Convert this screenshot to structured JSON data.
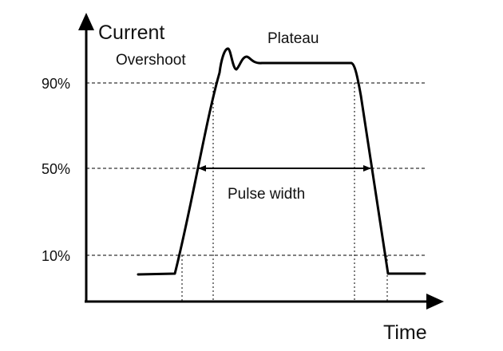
{
  "axes": {
    "y_label": "Current",
    "x_label": "Time",
    "ticks": [
      "90%",
      "50%",
      "10%"
    ]
  },
  "annotations": {
    "overshoot": "Overshoot",
    "plateau": "Plateau",
    "pulse_width": "Pulse width"
  },
  "colors": {
    "ink": "#000000",
    "background": "#ffffff"
  }
}
